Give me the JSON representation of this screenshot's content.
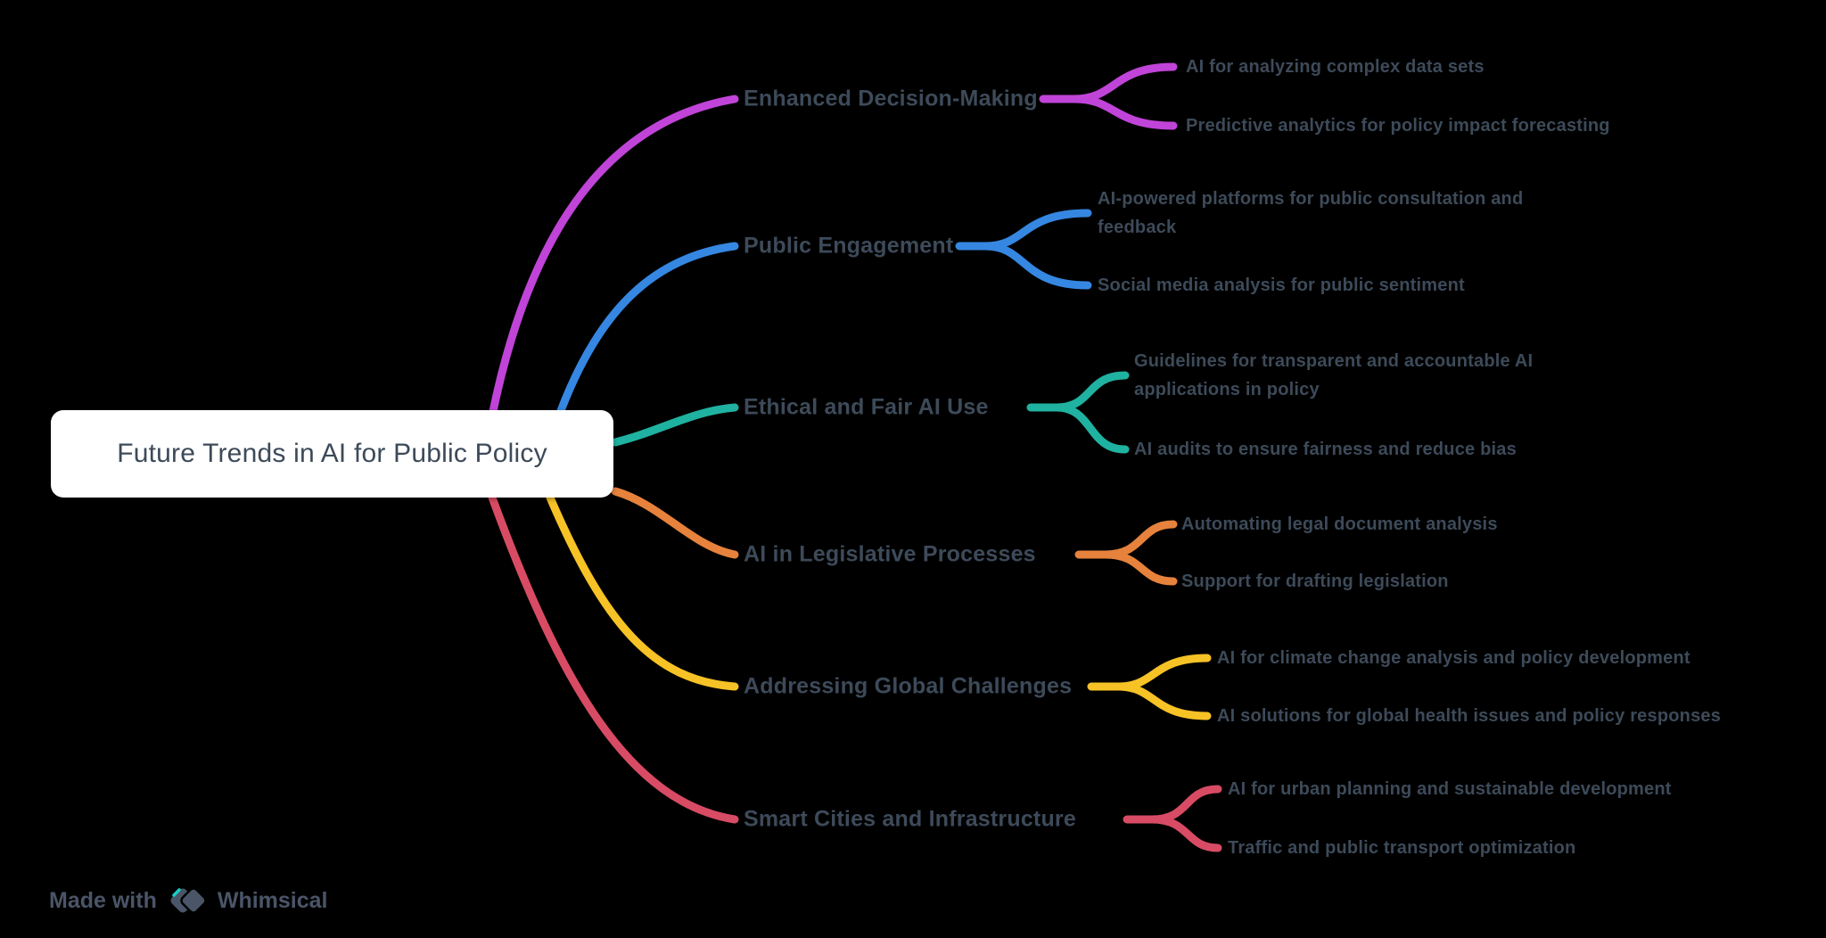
{
  "canvas": {
    "background": "#000000"
  },
  "mindmap": {
    "root": {
      "label": "Future Trends in AI for Public Policy",
      "bg_color": "#FFFFFF",
      "text_color": "#3D4A59"
    },
    "text_color": "#3D4A59",
    "branches": [
      {
        "label": "Enhanced Decision-Making",
        "color": "#C044D8",
        "children": [
          {
            "lines": [
              "AI for analyzing complex data sets"
            ]
          },
          {
            "lines": [
              "Predictive analytics for policy impact forecasting"
            ]
          }
        ]
      },
      {
        "label": "Public Engagement",
        "color": "#3587E2",
        "children": [
          {
            "lines": [
              "AI-powered platforms for public consultation and",
              "feedback"
            ]
          },
          {
            "lines": [
              "Social media analysis for public sentiment"
            ]
          }
        ]
      },
      {
        "label": "Ethical and Fair AI Use",
        "color": "#20B2A1",
        "children": [
          {
            "lines": [
              "Guidelines for transparent and accountable AI",
              "applications in policy"
            ]
          },
          {
            "lines": [
              "AI audits to ensure fairness and reduce bias"
            ]
          }
        ]
      },
      {
        "label": "AI in Legislative Processes",
        "color": "#E6823C",
        "children": [
          {
            "lines": [
              "Automating legal document analysis"
            ]
          },
          {
            "lines": [
              "Support for drafting legislation"
            ]
          }
        ]
      },
      {
        "label": "Addressing Global Challenges",
        "color": "#F7C225",
        "children": [
          {
            "lines": [
              "AI for climate change analysis and policy development"
            ]
          },
          {
            "lines": [
              "AI solutions for global health issues and policy responses"
            ]
          }
        ]
      },
      {
        "label": "Smart Cities and Infrastructure",
        "color": "#D84B64",
        "children": [
          {
            "lines": [
              "AI for urban planning and sustainable development"
            ]
          },
          {
            "lines": [
              "Traffic and public transport optimization"
            ]
          }
        ]
      }
    ]
  },
  "footer": {
    "made_with": "Made with",
    "brand": "Whimsical",
    "logo_icon": "whimsical-diamonds-logo",
    "text_color": "#4A5568",
    "accent_color": "#18CDC4"
  }
}
